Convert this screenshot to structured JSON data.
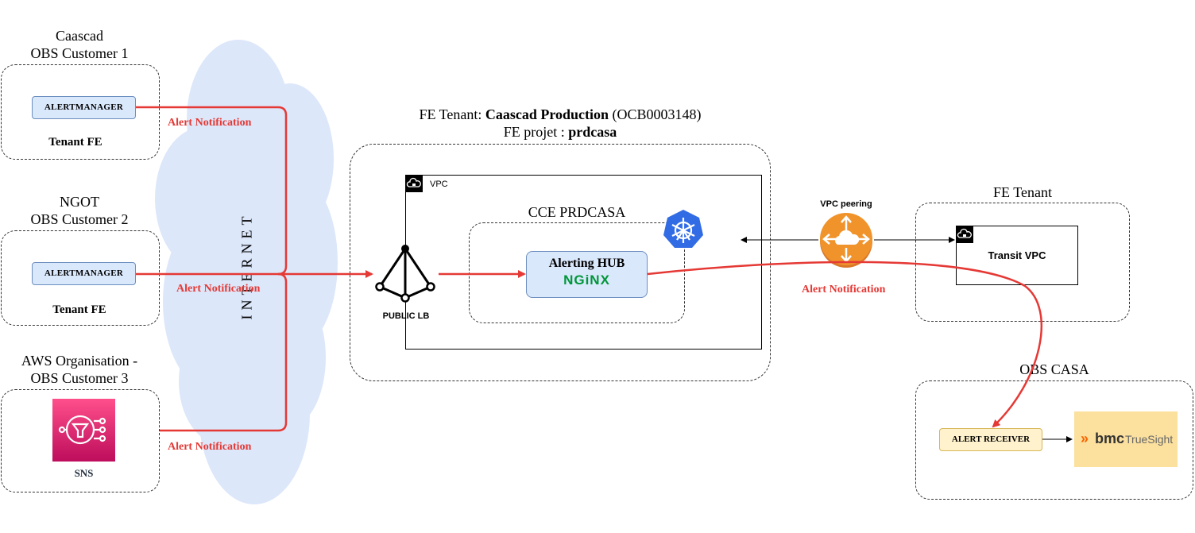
{
  "customers": [
    {
      "title_line1": "Caascad",
      "title_line2": "OBS Customer 1",
      "box_label": "ALERTMANAGER",
      "tenant": "Tenant FE"
    },
    {
      "title_line1": "NGOT",
      "title_line2": "OBS Customer 2",
      "box_label": "ALERTMANAGER",
      "tenant": "Tenant FE"
    },
    {
      "title_line1": "AWS Organisation -",
      "title_line2": "OBS Customer 3",
      "box_label": "SNS"
    }
  ],
  "internet_label": "INTERNET",
  "alert_notification": "Alert Notification",
  "fe_tenant": {
    "line1_prefix": "FE Tenant: ",
    "line1_bold": "Caascad Production",
    "line1_suffix": " (OCB0003148)",
    "line2_prefix": "FE projet : ",
    "line2_bold": "prdcasa"
  },
  "vpc_label": "VPC",
  "cce_label": "CCE PRDCASA",
  "public_lb": "PUBLIC LB",
  "alerting_hub": "Alerting HUB",
  "nginx": "NGiNX",
  "vpc_peering": "VPC peering",
  "fe_tenant_right": "FE Tenant",
  "transit_vpc": "Transit VPC",
  "obs_casa": "OBS CASA",
  "alert_receiver": "ALERT RECEIVER",
  "bmc": {
    "brand": "bmc",
    "product": "TrueSight"
  },
  "colors": {
    "alert_red": "#e53935",
    "cloud_blue": "#dce7fa",
    "box_blue": "#dae8fc",
    "receiver_yellow": "#fff2cc",
    "sns_pink": "#d6336c",
    "k8s_blue": "#326ce5",
    "peering_orange": "#f0932b",
    "bmc_orange": "#fa6400"
  }
}
